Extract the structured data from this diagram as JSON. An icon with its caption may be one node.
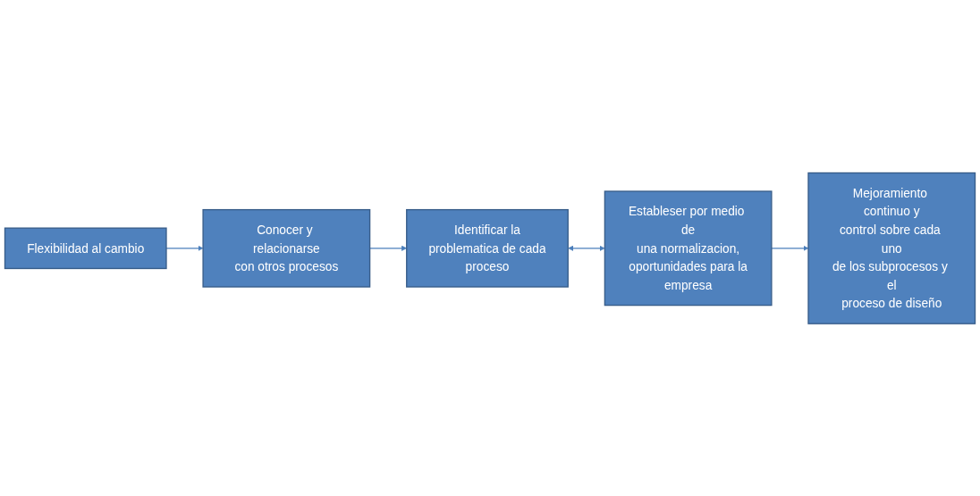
{
  "diagram": {
    "nodes": [
      {
        "text": [
          "Flexibilidad al cambio"
        ]
      },
      {
        "text": [
          "Conocer y relacionarse con otros procesos"
        ]
      },
      {
        "text": [
          "Identificar la problematica de cada proceso"
        ]
      },
      {
        "text": [
          "Estableser por medio de una normalizacion, oportunidades para la empresa"
        ]
      },
      {
        "text": [
          "Mejoramiento continuo y control sobre cada uno de los subprocesos y el proceso de diseño"
        ]
      }
    ],
    "edges": [
      {
        "from": 0,
        "to": 1,
        "arrow": "to"
      },
      {
        "from": 1,
        "to": 2,
        "arrow": "to"
      },
      {
        "from": 2,
        "to": 3,
        "arrow": "both"
      },
      {
        "from": 3,
        "to": 4,
        "arrow": "to"
      }
    ]
  }
}
